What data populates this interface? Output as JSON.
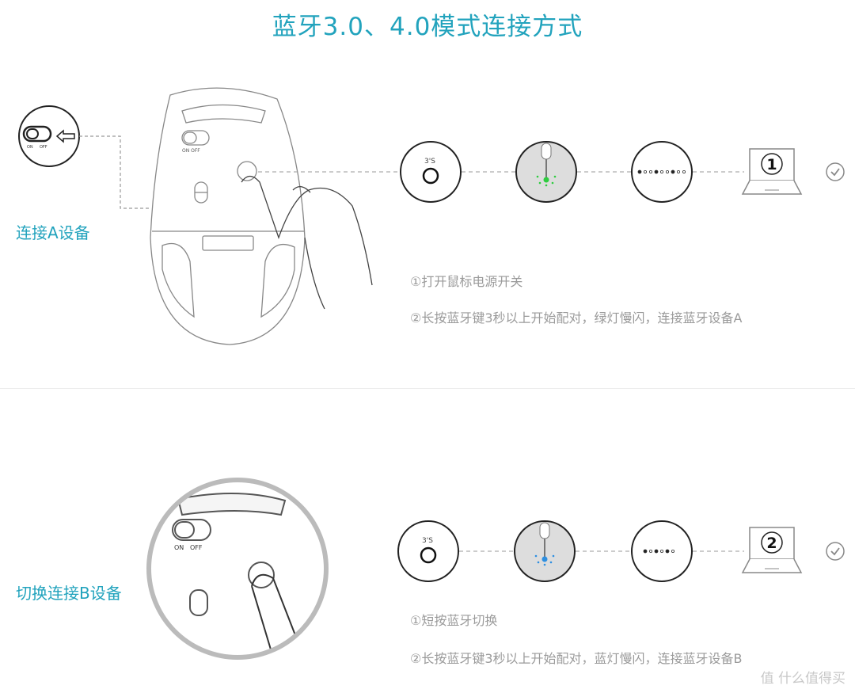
{
  "title": "蓝牙3.0、4.0模式连接方式",
  "section_a": {
    "label": "连接A设备",
    "switch_on": "ON",
    "switch_off": "OFF",
    "timer_label": "3'S",
    "device_number": "1",
    "led_color": "#2ecc40",
    "steps": [
      "①打开鼠标电源开关",
      "②长按蓝牙键3秒以上开始配对，绿灯慢闪，连接蓝牙设备A"
    ]
  },
  "section_b": {
    "label": "切换连接B设备",
    "switch_on": "ON",
    "switch_off": "OFF",
    "timer_label": "3'S",
    "device_number": "2",
    "led_color": "#2e8fe0",
    "steps": [
      "①短按蓝牙切换",
      "②长按蓝牙键3秒以上开始配对，蓝灯慢闪，连接蓝牙设备B"
    ]
  },
  "watermark": "值 什么值得买",
  "colors": {
    "accent": "#22a3bd",
    "text": "#9a9a9a"
  }
}
